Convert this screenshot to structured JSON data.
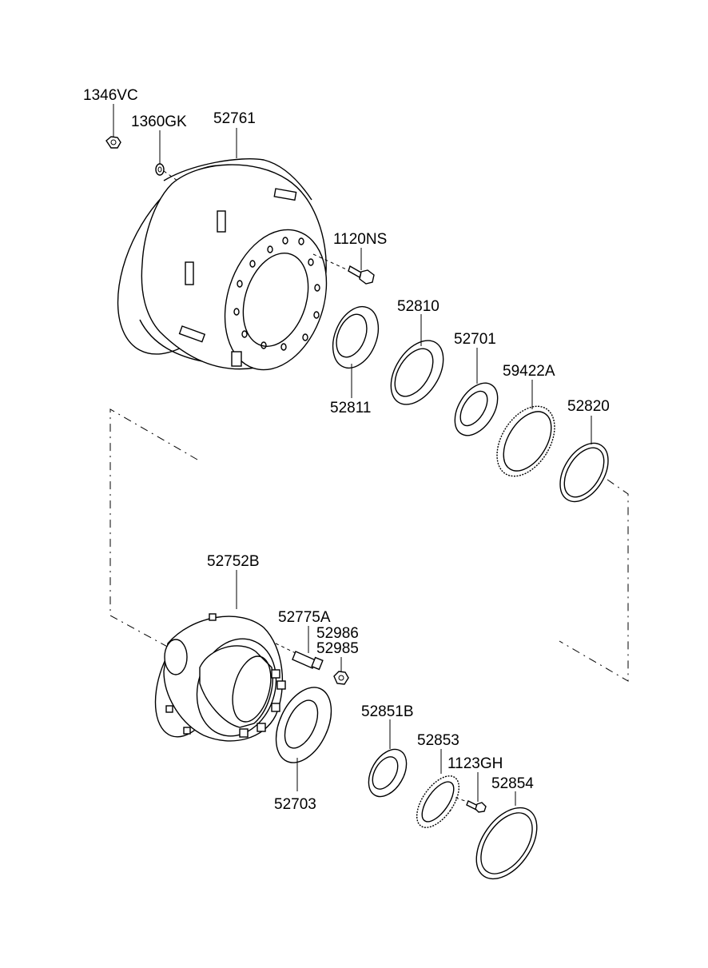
{
  "labels": {
    "p1346VC": "1346VC",
    "p1360GK": "1360GK",
    "p52761": "52761",
    "p1120NS": "1120NS",
    "p52810": "52810",
    "p52811": "52811",
    "p52701": "52701",
    "p59422A": "59422A",
    "p52820": "52820",
    "p52752B": "52752B",
    "p52775A": "52775A",
    "p52986": "52986",
    "p52985": "52985",
    "p52703": "52703",
    "p52851B": "52851B",
    "p52853": "52853",
    "p1123GH": "1123GH",
    "p52854": "52854"
  }
}
